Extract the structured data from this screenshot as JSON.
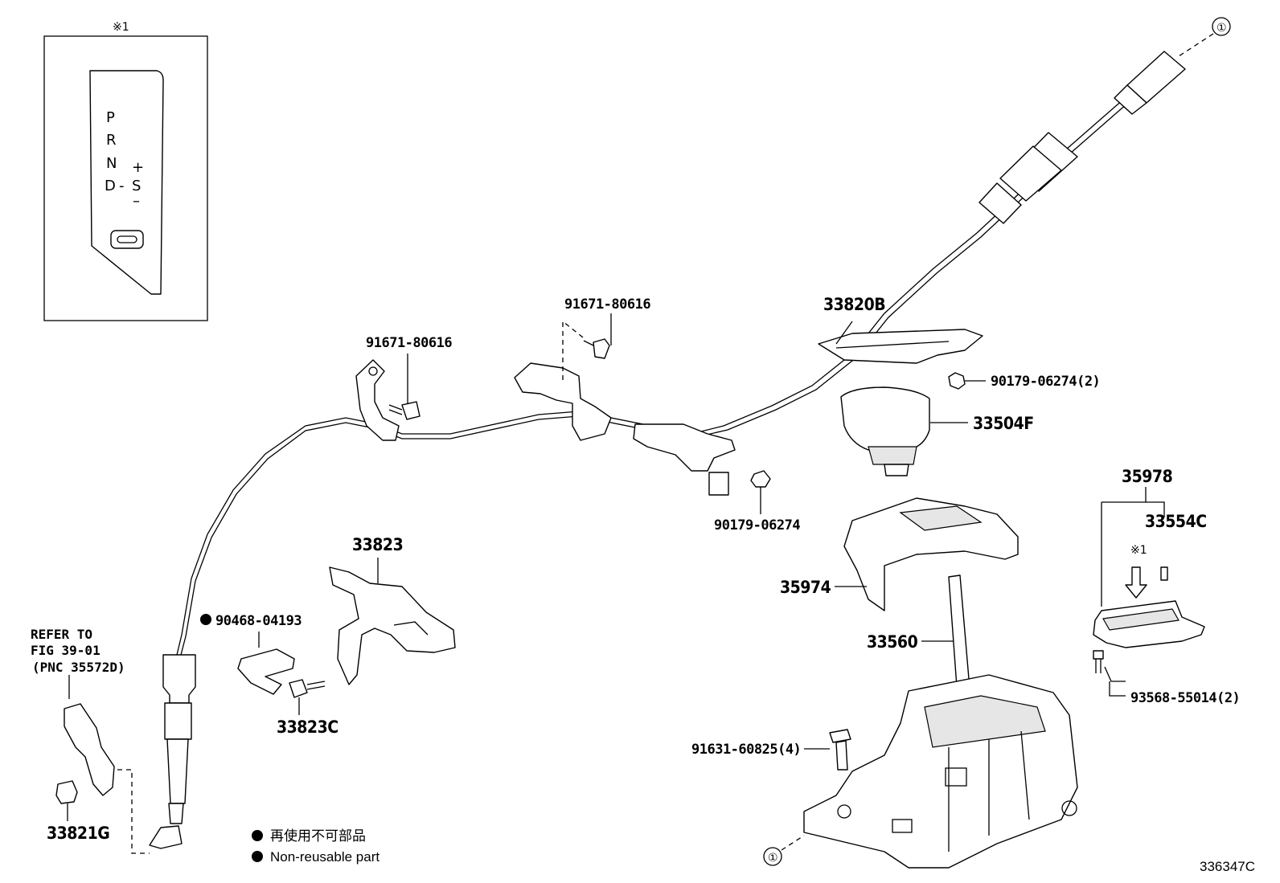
{
  "diagram_id": "336347C",
  "note_mark": "※1",
  "callout_mark": "①",
  "inset": {
    "gears": [
      "P",
      "R",
      "N",
      "D"
    ],
    "manual": {
      "plus": "+",
      "s": "S",
      "minus": "–",
      "dash": "-"
    }
  },
  "parts": {
    "p33820B": "33820B",
    "p90179_06274_2": "90179-06274(2)",
    "p33504F": "33504F",
    "p35978": "35978",
    "p33554C": "33554C",
    "p35974": "35974",
    "p33560": "33560",
    "p93568_55014_2": "93568-55014(2)",
    "p91631_60825_4": "91631-60825(4)",
    "p91671_80616_a": "91671-80616",
    "p91671_80616_b": "91671-80616",
    "p90179_06274": "90179-06274",
    "p33823": "33823",
    "p90468_04193": "90468-04193",
    "p33823C": "33823C",
    "p33821G": "33821G"
  },
  "refer": {
    "line1": "REFER TO",
    "line2": "FIG 39-01",
    "line3": "(PNC 35572D)"
  },
  "legend": {
    "jp": "再使用不可部品",
    "en": "Non-reusable part"
  }
}
